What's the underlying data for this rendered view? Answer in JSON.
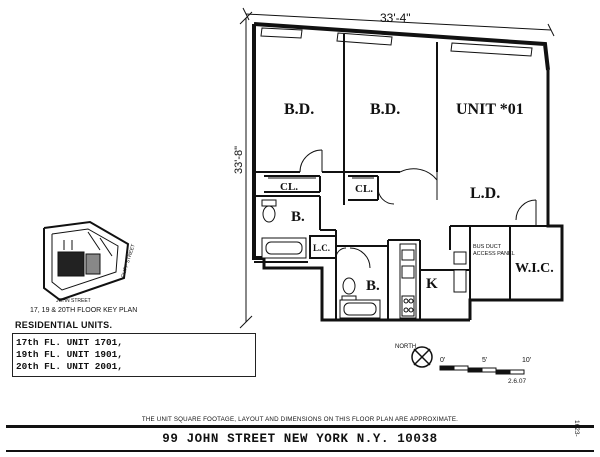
{
  "plan": {
    "width_dim": "33'-4\"",
    "height_dim": "33'-8\"",
    "unit_label": "UNIT *01",
    "rooms": {
      "bedroom_1": "B.D.",
      "bedroom_2": "B.D.",
      "living_dining": "L.D.",
      "walk_in_closet": "W.I.C.",
      "closet_1": "CL.",
      "closet_2": "CL.",
      "linen_closet": "L.C.",
      "bath_1": "B.",
      "bath_2": "B.",
      "kitchen": "K"
    },
    "duct_panel": [
      "BUS DUCT",
      "ACCESS PANEL"
    ]
  },
  "key_plan": {
    "street_1": "JOHN STREET",
    "street_2": "CLIFF STREET",
    "caption": "17, 19 & 20TH FLOOR KEY PLAN"
  },
  "residential_units": {
    "title": "RESIDENTIAL UNITS.",
    "items": [
      "17th FL. UNIT 1701,",
      "19th FL. UNIT 1901,",
      "20th FL. UNIT 2001,"
    ]
  },
  "north_arrow": {
    "label": "NORTH"
  },
  "scale": {
    "ticks": [
      "0'",
      "5'",
      "10'"
    ],
    "date": "2.6.07"
  },
  "disclaimer": "THE UNIT SQUARE FOOTAGE, LAYOUT AND DIMENSIONS ON THIS FLOOR PLAN ARE APPROXIMATE.",
  "address": "99 JOHN STREET  NEW YORK  N.Y. 10038",
  "side_code": "1623-"
}
